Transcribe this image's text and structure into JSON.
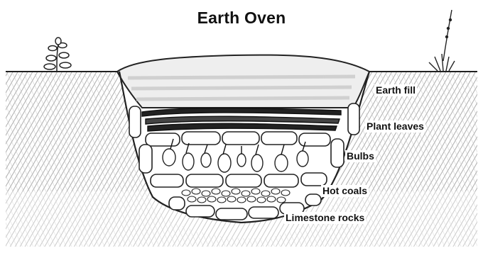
{
  "title": "Earth Oven",
  "labels": {
    "earth_fill": "Earth fill",
    "plant_leaves": "Plant leaves",
    "bulbs": "Bulbs",
    "hot_coals": "Hot coals",
    "limestone_rocks": "Limestone rocks"
  }
}
